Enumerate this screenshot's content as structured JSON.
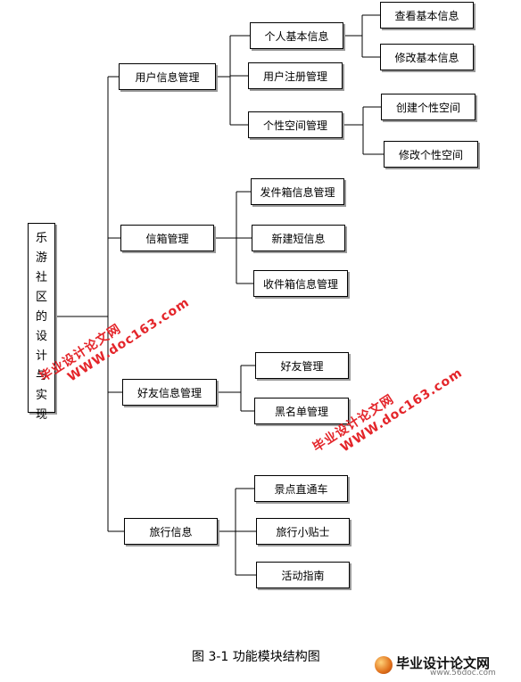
{
  "root": {
    "chars": [
      "乐",
      "游",
      "社",
      "区",
      "的",
      "设",
      "计",
      "与",
      "实",
      "现"
    ]
  },
  "modules": {
    "user": {
      "label": "用户信息管理",
      "basic": {
        "label": "个人基本信息",
        "view": "查看基本信息",
        "edit": "修改基本信息"
      },
      "register": "用户注册管理",
      "space": {
        "label": "个性空间管理",
        "create": "创建个性空间",
        "edit": "修改个性空间"
      }
    },
    "mail": {
      "label": "信箱管理",
      "outbox": "发件箱信息管理",
      "compose": "新建短信息",
      "inbox": "收件箱信息管理"
    },
    "friend": {
      "label": "好友信息管理",
      "friends": "好友管理",
      "blacklist": "黑名单管理"
    },
    "travel": {
      "label": "旅行信息",
      "bus": "景点直通车",
      "tips": "旅行小贴士",
      "guide": "活动指南"
    }
  },
  "caption": "图 3-1 功能模块结构图",
  "watermarks": {
    "line1": "毕业设计论文网",
    "line2": "WWW.doc163.com"
  },
  "logo": {
    "title": "毕业设计论文网",
    "url": "www.56doc.com"
  },
  "colors": {
    "watermark": "#e4252a",
    "line": "#000000",
    "shadow": "#9a9a9a"
  }
}
